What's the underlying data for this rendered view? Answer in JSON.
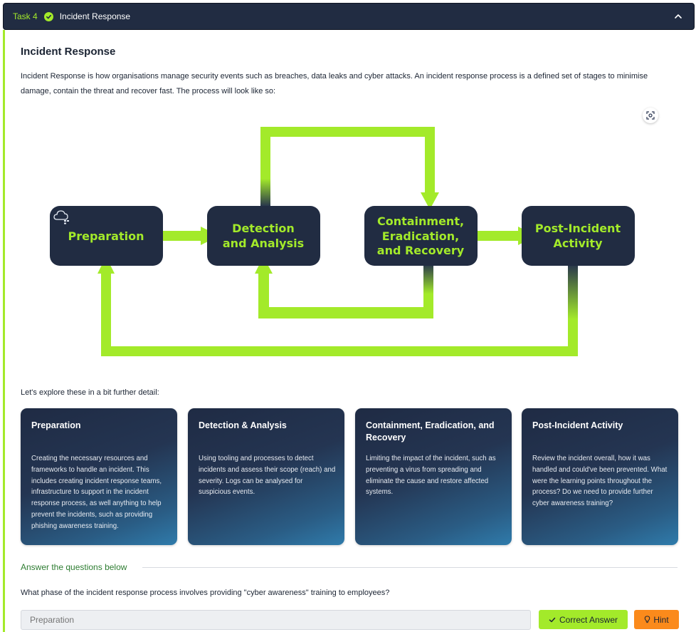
{
  "task_header": {
    "task_label": "Task 4",
    "title": "Incident Response"
  },
  "section": {
    "heading": "Incident Response",
    "intro": "Incident Response is how organisations manage security events such as breaches, data leaks and cyber attacks. An incident response process is a defined set of stages to minimise damage, contain the threat and recover fast. The process will look like so:"
  },
  "diagram": {
    "stages": [
      {
        "line1": "Preparation",
        "line2": "",
        "line3": ""
      },
      {
        "line1": "Detection",
        "line2": "and Analysis",
        "line3": ""
      },
      {
        "line1": "Containment,",
        "line2": "Eradication,",
        "line3": "and Recovery"
      },
      {
        "line1": "Post-Incident",
        "line2": "Activity",
        "line3": ""
      }
    ]
  },
  "explore_text": "Let's explore these in a bit further detail:",
  "cards": [
    {
      "title": "Preparation",
      "text": "Creating the necessary resources and frameworks to handle an incident. This includes creating incident response teams, infrastructure to support in the incident response process, as well anything to help prevent the incidents, such as providing phishing awareness training."
    },
    {
      "title": "Detection & Analysis",
      "text": "Using tooling and processes to detect incidents and assess their scope (reach) and severity. Logs can be analysed for suspicious events."
    },
    {
      "title": "Containment, Eradication, and Recovery",
      "text": "Limiting the impact of the incident, such as preventing a virus from spreading and eliminate the cause and restore affected systems."
    },
    {
      "title": "Post-Incident Activity",
      "text": "Review the incident overall, how it was handled and could've been prevented. What were the learning points throughout the process? Do we need to provide further cyber awareness training?"
    }
  ],
  "questions": {
    "section_label": "Answer the questions below",
    "question_text": "What phase of the incident response process involves providing \"cyber awareness\" training to employees?",
    "answer_placeholder": "Preparation",
    "correct_label": "Correct Answer",
    "hint_label": "Hint"
  },
  "colors": {
    "accent": "#a3ea2a",
    "navy": "#212c42",
    "hint": "#fb8a1b"
  },
  "icons": [
    "check-circle-icon",
    "chevron-up-icon",
    "zoom-icon",
    "cloud-icon",
    "check-icon",
    "lightbulb-icon"
  ]
}
